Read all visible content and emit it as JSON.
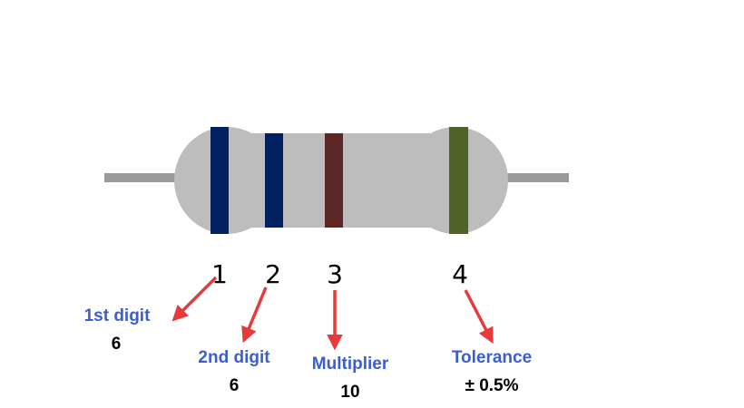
{
  "colors": {
    "body": "#bdbdbd",
    "lead": "#9a9a9a",
    "band1": "#002060",
    "band2": "#002060",
    "band3": "#5c2626",
    "band4": "#4f6228",
    "arrow": "#e83a3a",
    "title_text": "#3a5fcd",
    "value_text": "#000000"
  },
  "bands": [
    {
      "number": "1",
      "title": "1st digit",
      "value": "6"
    },
    {
      "number": "2",
      "title": "2nd digit",
      "value": "6"
    },
    {
      "number": "3",
      "title": "Multiplier",
      "value": "10"
    },
    {
      "number": "4",
      "title": "Tolerance",
      "value": "± 0.5%"
    }
  ]
}
